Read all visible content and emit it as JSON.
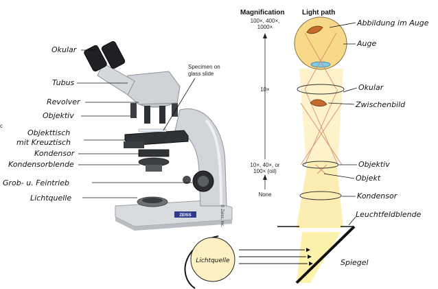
{
  "microscope_labels": {
    "okular": "Okular",
    "tubus": "Tubus",
    "revolver": "Revolver",
    "objektiv": "Objektiv",
    "objekttisch_1": "Objekttisch",
    "objekttisch_2": "mit Kreuztisch",
    "kondensor": "Kondensor",
    "kondensorblende": "Kondensorblende",
    "trieb": "Grob- u. Feintrieb",
    "lichtquelle": "Lichtquelle"
  },
  "specimen_note": {
    "line1": "Specimen on",
    "line2": "glass slide"
  },
  "brand": "ZEISS",
  "credit": "© Zeiss, Inc.",
  "side_letter": "c",
  "light_path": {
    "magnification_title": "Magnification",
    "light_path_title": "Light path",
    "mag_top_line1": "100×, 400×,",
    "mag_top_line2": "1000×",
    "mag_middle": "10×",
    "mag_low_line1": "10×, 40×, or",
    "mag_low_line2": "100× (oil)",
    "mag_none": "None"
  },
  "path_labels": {
    "abbildung": "Abbildung im Auge",
    "auge": "Auge",
    "okular": "Okular",
    "zwischenbild": "Zwischenbild",
    "objektiv": "Objektiv",
    "objekt": "Objekt",
    "kondensor": "Kondensor",
    "leuchtfeldblende": "Leuchtfeldblende",
    "lichtquelle": "Lichtquelle",
    "spiegel": "Spiegel"
  },
  "colors": {
    "light_beam": "#fbeaa0",
    "eye": "#f8d98a",
    "ray": "#d98c6a",
    "microscope_body": "#cfd2d6"
  }
}
